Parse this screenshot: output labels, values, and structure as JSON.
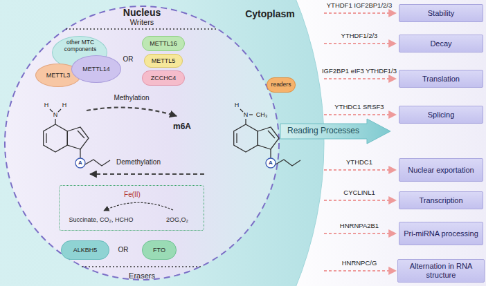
{
  "diagram": {
    "nodes": [
      {
        "text": [
          "Cytoplasm"
        ]
      },
      {
        "text": [
          "Nucleus"
        ],
        "in": 0
      },
      {
        "text": [
          "other MTC components"
        ],
        "in": 1
      },
      {
        "text": [
          "METTL3"
        ],
        "in": 1
      },
      {
        "text": [
          "METTL14"
        ],
        "in": 1
      },
      {
        "text": [
          "METTL16"
        ],
        "in": 1
      },
      {
        "text": [
          "METTL5"
        ],
        "in": 1
      },
      {
        "text": [
          "ZCCHC4"
        ],
        "in": 1
      },
      {
        "text": [
          "Fe(II)",
          "Succinate, CO₂, HCHO",
          "2OG,O₂"
        ],
        "in": 1
      },
      {
        "text": [
          "ALKBH5"
        ],
        "in": 1
      },
      {
        "text": [
          "FTO"
        ],
        "in": 1
      },
      {
        "text": [
          "readers"
        ],
        "in": 0
      },
      {
        "text": [
          "Reading Processes"
        ]
      },
      {
        "text": [
          "Stability"
        ]
      },
      {
        "text": [
          "Decay"
        ]
      },
      {
        "text": [
          "Translation"
        ]
      },
      {
        "text": [
          "Splicing"
        ]
      },
      {
        "text": [
          "Nuclear exportation"
        ]
      },
      {
        "text": [
          "Transcription"
        ]
      },
      {
        "text": [
          "Pri-miRNA processing"
        ]
      },
      {
        "text": [
          "Alternation in RNA structure"
        ]
      }
    ],
    "labels": [
      "Writers",
      "OR",
      "Methylation",
      "m6A",
      "H",
      "N",
      "H",
      "A",
      "H",
      "N",
      "CH₃",
      "A",
      "Demethylation",
      "OR",
      "Erasers",
      "YTHDF1 IGF2BP1/2/3",
      "YTHDF1/2/3",
      "IGF2BP1 eIF3 YTHDF1/3",
      "YTHDC1 SRSF3",
      "YTHDC1",
      "CYCLINL1",
      "HNRNPA2B1",
      "HNRNPC/G"
    ]
  }
}
